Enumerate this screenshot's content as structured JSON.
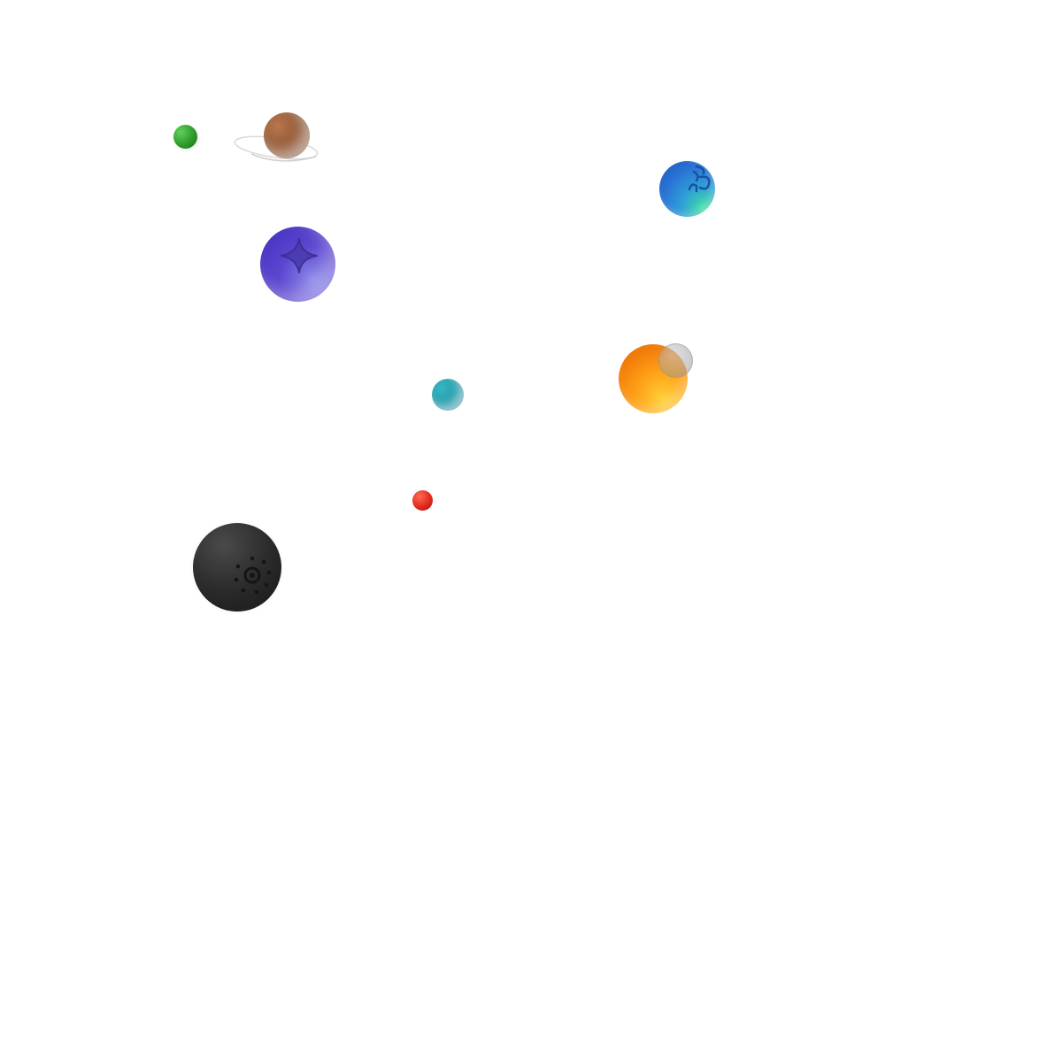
{
  "scene": {
    "background": "#ffffff",
    "planets": [
      {
        "name": "green-planet",
        "color": "#2e9b2a"
      },
      {
        "name": "brown-ringed-planet",
        "color": "#8a5230",
        "ring": true
      },
      {
        "name": "blue-planet",
        "color": "#2a73d6",
        "icon": "wave-glyph-icon"
      },
      {
        "name": "purple-planet",
        "color": "#5b46cf",
        "icon": "sparkle-icon"
      },
      {
        "name": "orange-planet",
        "color": "#ffa016",
        "moon": true
      },
      {
        "name": "teal-planet",
        "color": "#1f95a5"
      },
      {
        "name": "red-planet",
        "color": "#e2291c"
      },
      {
        "name": "black-planet",
        "color": "#2c2c2c",
        "icon": "sun-dots-icon"
      }
    ]
  }
}
